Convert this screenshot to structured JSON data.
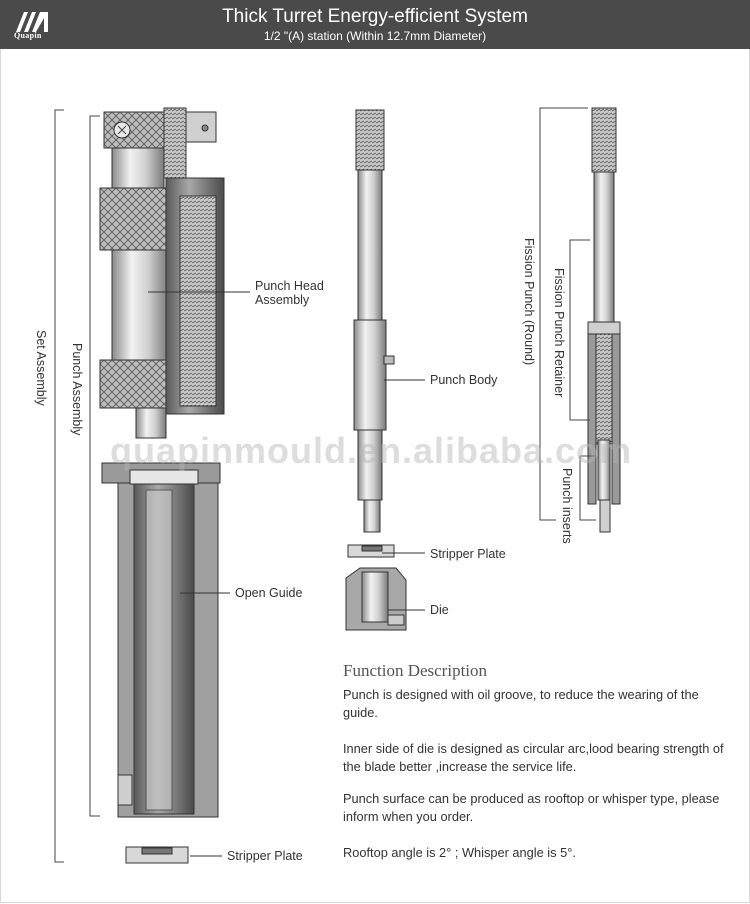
{
  "header": {
    "brand": "Quapin",
    "title": "Thick Turret Energy-efficient System",
    "subtitle": "1/2 \"(A) station (Within 12.7mm Diameter)"
  },
  "labels": {
    "set_assembly": "Set Assembly",
    "punch_assembly": "Punch Assembly",
    "punch_head_assembly_1": "Punch Head",
    "punch_head_assembly_2": "Assembly",
    "open_guide": "Open Guide",
    "stripper_plate_bottom": "Stripper Plate",
    "punch_body": "Punch Body",
    "stripper_plate_mid": "Stripper Plate",
    "die": "Die",
    "fission_punch": "Fission Punch (Round)",
    "fission_punch_retainer": "Fission Punch Retainer",
    "punch_inserts": "Punch inserts"
  },
  "watermark": "quapinmould.en.alibaba.com",
  "function_description": {
    "title": "Function Description",
    "paragraphs": [
      "Punch is designed with oil groove, to reduce the wearing of the guide.",
      "Inner side of die is designed as circular arc,lood bearing strength of the blade better ,increase the service life.",
      "Punch surface can be produced as rooftop or whisper type, please inform when you order.",
      "Rooftop angle is 2°  ; Whisper angle is 5°."
    ]
  },
  "colors": {
    "header_bg": "#4a4a4a",
    "metal_light": "#d9d9d9",
    "metal_dark": "#6a6a6a",
    "line": "#333333"
  }
}
